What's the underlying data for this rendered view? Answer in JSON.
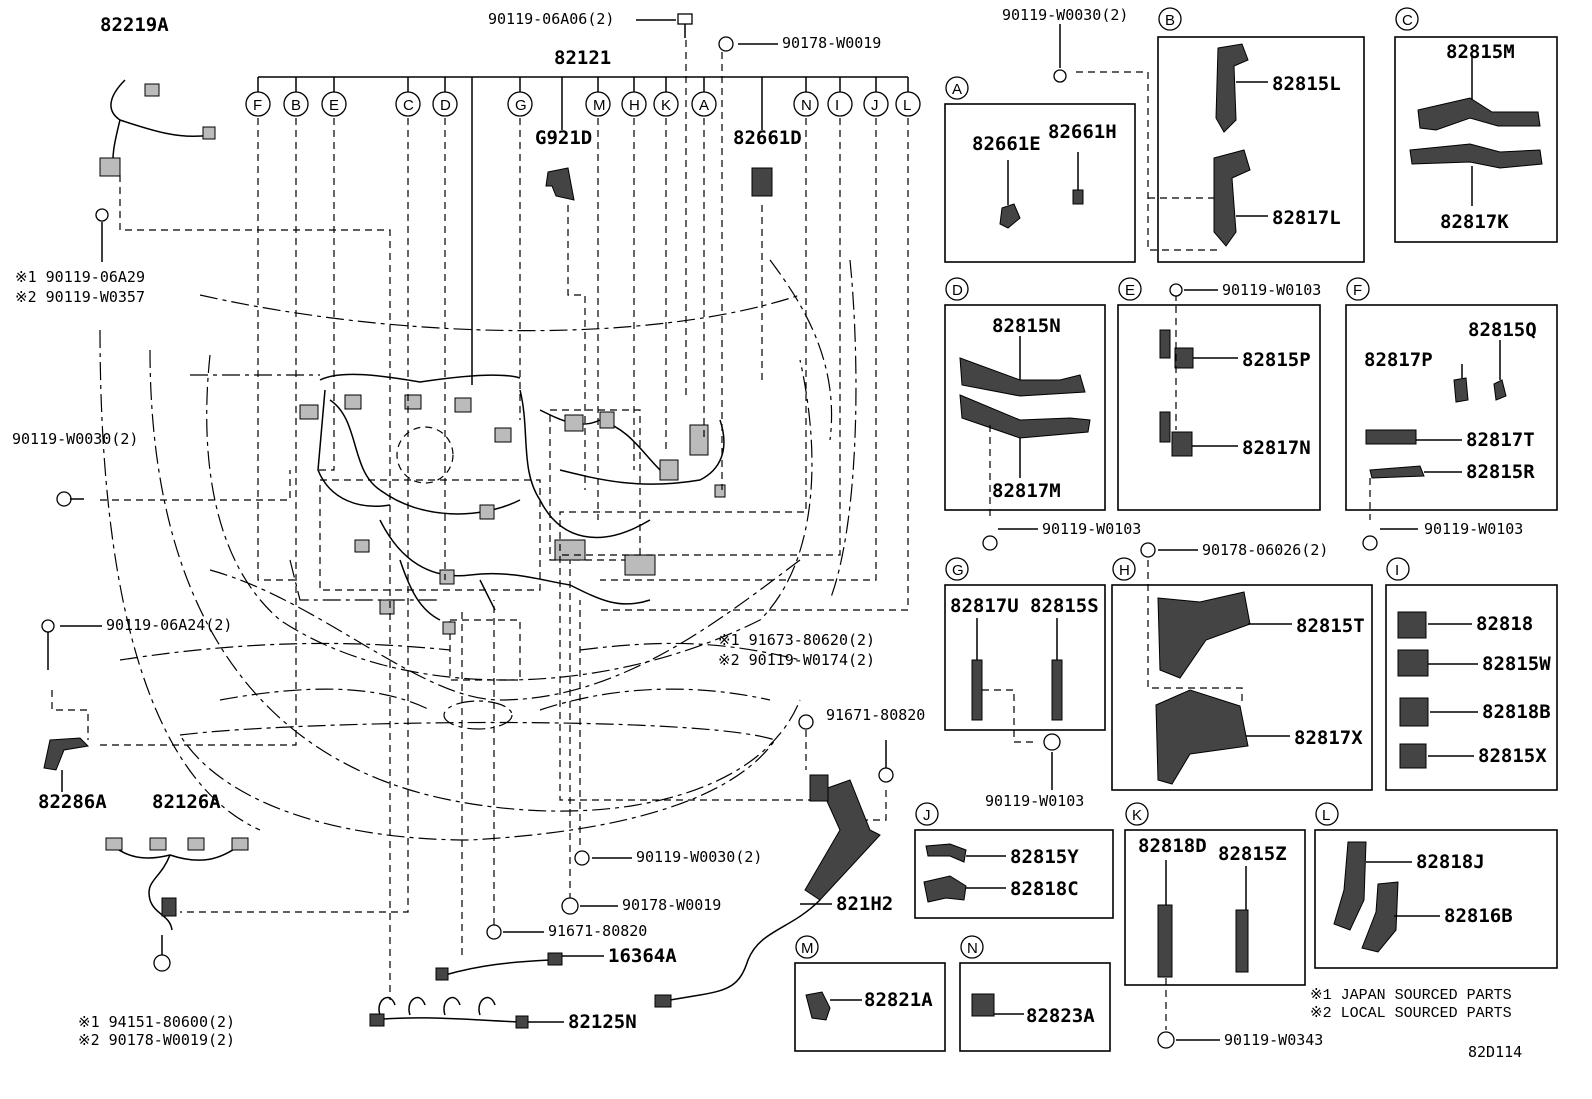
{
  "diagram_id": "82D114",
  "main_harness": "82121",
  "circle_letters": [
    "F",
    "B",
    "E",
    "C",
    "D",
    "G",
    "M",
    "H",
    "K",
    "A",
    "N",
    "I",
    "J",
    "L"
  ],
  "parts": {
    "p82219A": "82219A",
    "p90119_06A06": "90119-06A06(2)",
    "p90178_W0019_top": "90178-W0019",
    "p90119_W0030_top": "90119-W0030(2)",
    "p90119_06A29": "※1 90119-06A29",
    "p90119_W0357": "※2 90119-W0357",
    "pG921D": "G921D",
    "p82661D": "82661D",
    "p90119_W0030_left": "90119-W0030(2)",
    "p90119_06A24": "90119-06A24(2)",
    "p82286A": "82286A",
    "p82126A": "82126A",
    "p94151_80600": "※1 94151-80600(2)",
    "p90178_W0019_b": "※2 90178-W0019(2)",
    "p91673_80620": "※1 91673-80620(2)",
    "p90119_W0174": "※2 90119-W0174(2)",
    "p91671_80820_r": "91671-80820",
    "p821H2": "821H2",
    "p90119_W0030_bot": "90119-W0030(2)",
    "p90178_W0019_bot": "90178-W0019",
    "p91671_80820_bot": "91671-80820",
    "p16364A": "16364A",
    "p82125N": "82125N",
    "p82661E": "82661E",
    "p82661H": "82661H",
    "p82815L": "82815L",
    "p82817L": "82817L",
    "p82815M": "82815M",
    "p82817K": "82817K",
    "p90119_W0103_e": "90119-W0103",
    "p82815N": "82815N",
    "p82817M": "82817M",
    "p90119_W0103_d": "90119-W0103",
    "p82815P": "82815P",
    "p82817N": "82817N",
    "p82815Q": "82815Q",
    "p82817P": "82817P",
    "p82817T": "82817T",
    "p82815R": "82815R",
    "p90119_W0103_f": "90119-W0103",
    "p90178_06026": "90178-06026(2)",
    "p82817U": "82817U",
    "p82815S": "82815S",
    "p90119_W0103_g": "90119-W0103",
    "p82815T": "82815T",
    "p82817X": "82817X",
    "p82818": "82818",
    "p82815W": "82815W",
    "p82818B": "82818B",
    "p82815X": "82815X",
    "p82815Y": "82815Y",
    "p82818C": "82818C",
    "p82818D": "82818D",
    "p82815Z": "82815Z",
    "p90119_W0343": "90119-W0343",
    "p82818J": "82818J",
    "p82816B": "82816B",
    "p82821A": "82821A",
    "p82823A": "82823A"
  },
  "notes": {
    "note1": "※1 JAPAN SOURCED PARTS",
    "note2": "※2 LOCAL SOURCED PARTS"
  },
  "box_letters": {
    "A": "A",
    "B": "B",
    "C": "C",
    "D": "D",
    "E": "E",
    "F": "F",
    "G": "G",
    "H": "H",
    "I": "I",
    "J": "J",
    "K": "K",
    "L": "L",
    "M": "M",
    "N": "N"
  }
}
